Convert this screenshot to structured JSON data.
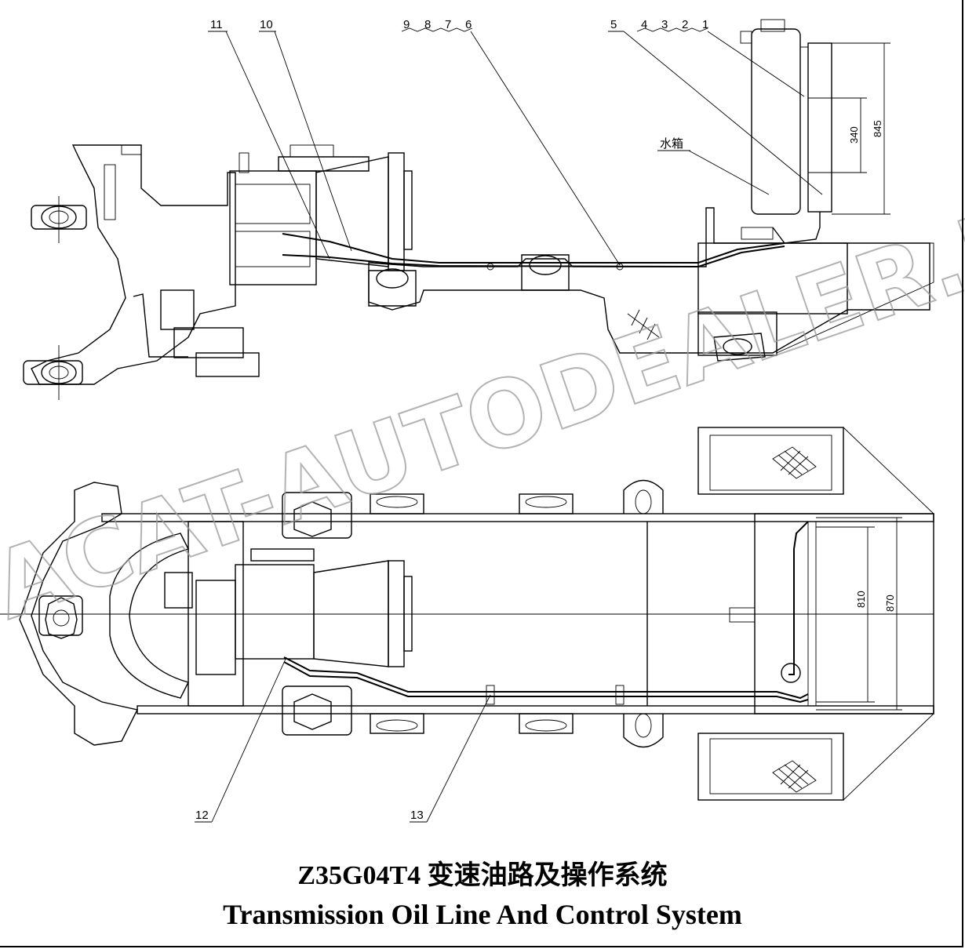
{
  "title": {
    "code_cn": "Z35G04T4  变速油路及操作系统",
    "english": "Transmission Oil Line And Control System"
  },
  "callouts": {
    "c11": "11",
    "c10": "10",
    "c9": "9",
    "c8": "8",
    "c7": "7",
    "c6": "6",
    "c5": "5",
    "c4": "4",
    "c3": "3",
    "c2": "2",
    "c1": "1",
    "c12": "12",
    "c13": "13"
  },
  "labels": {
    "radiator": "水箱"
  },
  "dimensions": {
    "d845": "845",
    "d340": "340",
    "d870": "870",
    "d810": "810"
  },
  "watermark": {
    "text": "ACAT-AUTODEALER.RU"
  }
}
